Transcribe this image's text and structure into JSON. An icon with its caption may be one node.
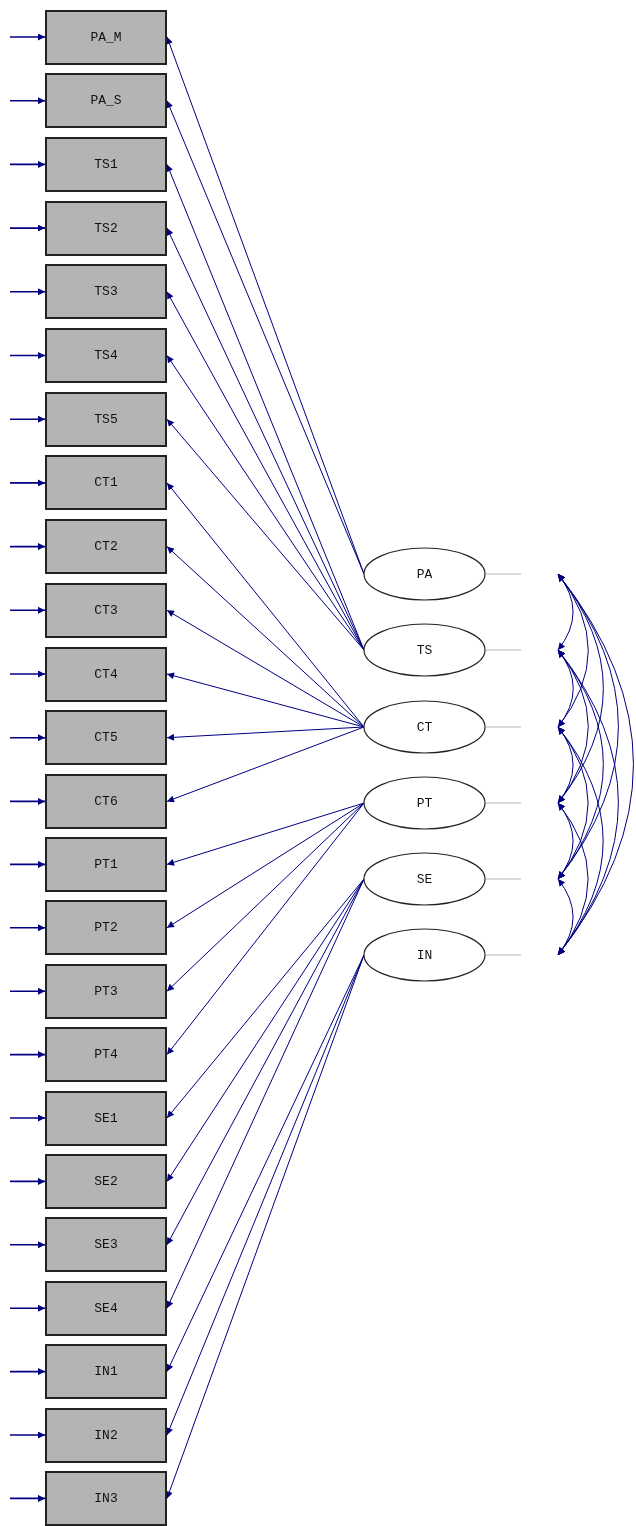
{
  "diagram": {
    "nodes": [
      {
        "text": [
          "PA_M"
        ]
      },
      {
        "text": [
          "PA_S"
        ]
      },
      {
        "text": [
          "TS1"
        ]
      },
      {
        "text": [
          "TS2"
        ]
      },
      {
        "text": [
          "TS3"
        ]
      },
      {
        "text": [
          "TS4"
        ]
      },
      {
        "text": [
          "TS5"
        ]
      },
      {
        "text": [
          "CT1"
        ]
      },
      {
        "text": [
          "CT2"
        ]
      },
      {
        "text": [
          "CT3"
        ]
      },
      {
        "text": [
          "CT4"
        ]
      },
      {
        "text": [
          "CT5"
        ]
      },
      {
        "text": [
          "CT6"
        ]
      },
      {
        "text": [
          "PT1"
        ]
      },
      {
        "text": [
          "PT2"
        ]
      },
      {
        "text": [
          "PT3"
        ]
      },
      {
        "text": [
          "PT4"
        ]
      },
      {
        "text": [
          "SE1"
        ]
      },
      {
        "text": [
          "SE2"
        ]
      },
      {
        "text": [
          "SE3"
        ]
      },
      {
        "text": [
          "SE4"
        ]
      },
      {
        "text": [
          "IN1"
        ]
      },
      {
        "text": [
          "IN2"
        ]
      },
      {
        "text": [
          "IN3"
        ]
      },
      {
        "text": [
          "PA"
        ]
      },
      {
        "text": [
          "TS"
        ]
      },
      {
        "text": [
          "CT"
        ]
      },
      {
        "text": [
          "PT"
        ]
      },
      {
        "text": [
          "SE"
        ]
      },
      {
        "text": [
          "IN"
        ]
      }
    ],
    "edges": [
      {
        "from": null,
        "to": 0,
        "arrow": "to"
      },
      {
        "from": null,
        "to": 1,
        "arrow": "to"
      },
      {
        "from": null,
        "to": 2,
        "arrow": "to"
      },
      {
        "from": null,
        "to": 3,
        "arrow": "to"
      },
      {
        "from": null,
        "to": 4,
        "arrow": "to"
      },
      {
        "from": null,
        "to": 5,
        "arrow": "to"
      },
      {
        "from": null,
        "to": 6,
        "arrow": "to"
      },
      {
        "from": null,
        "to": 7,
        "arrow": "to"
      },
      {
        "from": null,
        "to": 8,
        "arrow": "to"
      },
      {
        "from": null,
        "to": 9,
        "arrow": "to"
      },
      {
        "from": null,
        "to": 10,
        "arrow": "to"
      },
      {
        "from": null,
        "to": 11,
        "arrow": "to"
      },
      {
        "from": null,
        "to": 12,
        "arrow": "to"
      },
      {
        "from": null,
        "to": 13,
        "arrow": "to"
      },
      {
        "from": null,
        "to": 14,
        "arrow": "to"
      },
      {
        "from": null,
        "to": 15,
        "arrow": "to"
      },
      {
        "from": null,
        "to": 16,
        "arrow": "to"
      },
      {
        "from": null,
        "to": 17,
        "arrow": "to"
      },
      {
        "from": null,
        "to": 18,
        "arrow": "to"
      },
      {
        "from": null,
        "to": 19,
        "arrow": "to"
      },
      {
        "from": null,
        "to": 20,
        "arrow": "to"
      },
      {
        "from": null,
        "to": 21,
        "arrow": "to"
      },
      {
        "from": null,
        "to": 22,
        "arrow": "to"
      },
      {
        "from": null,
        "to": 23,
        "arrow": "to"
      },
      {
        "from": 24,
        "to": 0,
        "arrow": "to"
      },
      {
        "from": 24,
        "to": 1,
        "arrow": "to"
      },
      {
        "from": 25,
        "to": 2,
        "arrow": "to"
      },
      {
        "from": 25,
        "to": 3,
        "arrow": "to"
      },
      {
        "from": 25,
        "to": 4,
        "arrow": "to"
      },
      {
        "from": 25,
        "to": 5,
        "arrow": "to"
      },
      {
        "from": 25,
        "to": 6,
        "arrow": "to"
      },
      {
        "from": 26,
        "to": 7,
        "arrow": "to"
      },
      {
        "from": 26,
        "to": 8,
        "arrow": "to"
      },
      {
        "from": 26,
        "to": 9,
        "arrow": "to"
      },
      {
        "from": 26,
        "to": 10,
        "arrow": "to"
      },
      {
        "from": 26,
        "to": 11,
        "arrow": "to"
      },
      {
        "from": 26,
        "to": 12,
        "arrow": "to"
      },
      {
        "from": 27,
        "to": 13,
        "arrow": "to"
      },
      {
        "from": 27,
        "to": 14,
        "arrow": "to"
      },
      {
        "from": 27,
        "to": 15,
        "arrow": "to"
      },
      {
        "from": 27,
        "to": 16,
        "arrow": "to"
      },
      {
        "from": 28,
        "to": 17,
        "arrow": "to"
      },
      {
        "from": 28,
        "to": 18,
        "arrow": "to"
      },
      {
        "from": 28,
        "to": 19,
        "arrow": "to"
      },
      {
        "from": 28,
        "to": 20,
        "arrow": "to"
      },
      {
        "from": 29,
        "to": 21,
        "arrow": "to"
      },
      {
        "from": 29,
        "to": 22,
        "arrow": "to"
      },
      {
        "from": 29,
        "to": 23,
        "arrow": "to"
      },
      {
        "from": 24,
        "to": null,
        "arrow": "none",
        "color": "#b4b4b4"
      },
      {
        "from": 25,
        "to": null,
        "arrow": "none",
        "color": "#b4b4b4"
      },
      {
        "from": 26,
        "to": null,
        "arrow": "none",
        "color": "#b4b4b4"
      },
      {
        "from": 27,
        "to": null,
        "arrow": "none",
        "color": "#b4b4b4"
      },
      {
        "from": 28,
        "to": null,
        "arrow": "none",
        "color": "#b4b4b4"
      },
      {
        "from": 29,
        "to": null,
        "arrow": "none",
        "color": "#b4b4b4"
      },
      {
        "from": 24,
        "to": 25,
        "arrow": "both"
      },
      {
        "from": 24,
        "to": 26,
        "arrow": "both"
      },
      {
        "from": 24,
        "to": 27,
        "arrow": "both"
      },
      {
        "from": 24,
        "to": 28,
        "arrow": "both"
      },
      {
        "from": 24,
        "to": 29,
        "arrow": "both"
      },
      {
        "from": 25,
        "to": 26,
        "arrow": "both"
      },
      {
        "from": 25,
        "to": 27,
        "arrow": "both"
      },
      {
        "from": 25,
        "to": 28,
        "arrow": "both"
      },
      {
        "from": 25,
        "to": 29,
        "arrow": "both"
      },
      {
        "from": 26,
        "to": 27,
        "arrow": "both"
      },
      {
        "from": 26,
        "to": 28,
        "arrow": "both"
      },
      {
        "from": 26,
        "to": 29,
        "arrow": "both"
      },
      {
        "from": 27,
        "to": 28,
        "arrow": "both"
      },
      {
        "from": 27,
        "to": 29,
        "arrow": "both"
      },
      {
        "from": 28,
        "to": 29,
        "arrow": "both"
      }
    ]
  }
}
